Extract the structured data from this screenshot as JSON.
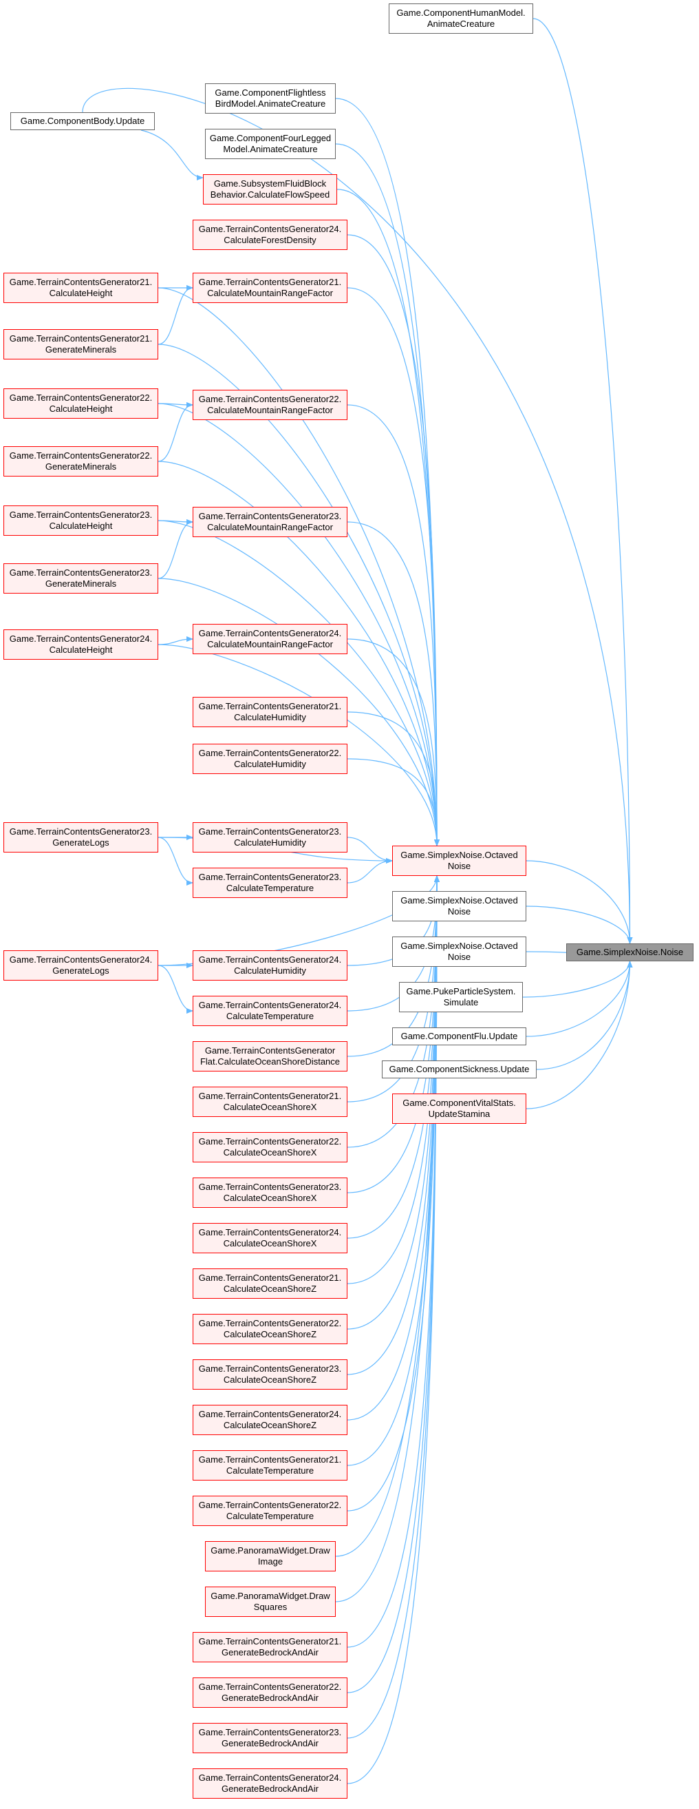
{
  "graph": {
    "title": "Call graph for Game.SimplexNoise.Noise",
    "edge_color": "#63b8ff",
    "nodes": [
      {
        "id": "noise",
        "label": "Game.SimplexNoise.Noise",
        "style": "root"
      },
      {
        "id": "oct1",
        "label": "Game.SimplexNoise.Octaved\nNoise",
        "style": "red"
      },
      {
        "id": "oct2",
        "label": "Game.SimplexNoise.Octaved\nNoise",
        "style": "normal"
      },
      {
        "id": "oct3",
        "label": "Game.SimplexNoise.Octaved\nNoise",
        "style": "normal"
      },
      {
        "id": "human",
        "label": "Game.ComponentHumanModel.\nAnimateCreature",
        "style": "normal"
      },
      {
        "id": "puke",
        "label": "Game.PukeParticleSystem.\nSimulate",
        "style": "normal"
      },
      {
        "id": "flu",
        "label": "Game.ComponentFlu.Update",
        "style": "normal"
      },
      {
        "id": "sick",
        "label": "Game.ComponentSickness.Update",
        "style": "normal"
      },
      {
        "id": "vital",
        "label": "Game.ComponentVitalStats.\nUpdateStamina",
        "style": "red"
      },
      {
        "id": "body",
        "label": "Game.ComponentBody.Update",
        "style": "normal"
      },
      {
        "id": "flightless",
        "label": "Game.ComponentFlightless\nBirdModel.AnimateCreature",
        "style": "normal"
      },
      {
        "id": "fourleg",
        "label": "Game.ComponentFourLegged\nModel.AnimateCreature",
        "style": "normal"
      },
      {
        "id": "fluid",
        "label": "Game.SubsystemFluidBlock\nBehavior.CalculateFlowSpeed",
        "style": "red"
      },
      {
        "id": "forest24",
        "label": "Game.TerrainContentsGenerator24.\nCalculateForestDensity",
        "style": "red"
      },
      {
        "id": "mr21",
        "label": "Game.TerrainContentsGenerator21.\nCalculateMountainRangeFactor",
        "style": "red"
      },
      {
        "id": "mr22",
        "label": "Game.TerrainContentsGenerator22.\nCalculateMountainRangeFactor",
        "style": "red"
      },
      {
        "id": "mr23",
        "label": "Game.TerrainContentsGenerator23.\nCalculateMountainRangeFactor",
        "style": "red"
      },
      {
        "id": "mr24",
        "label": "Game.TerrainContentsGenerator24.\nCalculateMountainRangeFactor",
        "style": "red"
      },
      {
        "id": "h21",
        "label": "Game.TerrainContentsGenerator21.\nCalculateHeight",
        "style": "red"
      },
      {
        "id": "m21",
        "label": "Game.TerrainContentsGenerator21.\nGenerateMinerals",
        "style": "red"
      },
      {
        "id": "h22",
        "label": "Game.TerrainContentsGenerator22.\nCalculateHeight",
        "style": "red"
      },
      {
        "id": "m22",
        "label": "Game.TerrainContentsGenerator22.\nGenerateMinerals",
        "style": "red"
      },
      {
        "id": "h23",
        "label": "Game.TerrainContentsGenerator23.\nCalculateHeight",
        "style": "red"
      },
      {
        "id": "m23",
        "label": "Game.TerrainContentsGenerator23.\nGenerateMinerals",
        "style": "red"
      },
      {
        "id": "h24",
        "label": "Game.TerrainContentsGenerator24.\nCalculateHeight",
        "style": "red"
      },
      {
        "id": "hum21",
        "label": "Game.TerrainContentsGenerator21.\nCalculateHumidity",
        "style": "red"
      },
      {
        "id": "hum22",
        "label": "Game.TerrainContentsGenerator22.\nCalculateHumidity",
        "style": "red"
      },
      {
        "id": "logs23",
        "label": "Game.TerrainContentsGenerator23.\nGenerateLogs",
        "style": "red"
      },
      {
        "id": "hum23",
        "label": "Game.TerrainContentsGenerator23.\nCalculateHumidity",
        "style": "red"
      },
      {
        "id": "temp23",
        "label": "Game.TerrainContentsGenerator23.\nCalculateTemperature",
        "style": "red"
      },
      {
        "id": "logs24",
        "label": "Game.TerrainContentsGenerator24.\nGenerateLogs",
        "style": "red"
      },
      {
        "id": "hum24",
        "label": "Game.TerrainContentsGenerator24.\nCalculateHumidity",
        "style": "red"
      },
      {
        "id": "temp24",
        "label": "Game.TerrainContentsGenerator24.\nCalculateTemperature",
        "style": "red"
      },
      {
        "id": "flat",
        "label": "Game.TerrainContentsGenerator\nFlat.CalculateOceanShoreDistance",
        "style": "red"
      },
      {
        "id": "osx21",
        "label": "Game.TerrainContentsGenerator21.\nCalculateOceanShoreX",
        "style": "red"
      },
      {
        "id": "osx22",
        "label": "Game.TerrainContentsGenerator22.\nCalculateOceanShoreX",
        "style": "red"
      },
      {
        "id": "osx23",
        "label": "Game.TerrainContentsGenerator23.\nCalculateOceanShoreX",
        "style": "red"
      },
      {
        "id": "osx24",
        "label": "Game.TerrainContentsGenerator24.\nCalculateOceanShoreX",
        "style": "red"
      },
      {
        "id": "osz21",
        "label": "Game.TerrainContentsGenerator21.\nCalculateOceanShoreZ",
        "style": "red"
      },
      {
        "id": "osz22",
        "label": "Game.TerrainContentsGenerator22.\nCalculateOceanShoreZ",
        "style": "red"
      },
      {
        "id": "osz23",
        "label": "Game.TerrainContentsGenerator23.\nCalculateOceanShoreZ",
        "style": "red"
      },
      {
        "id": "osz24",
        "label": "Game.TerrainContentsGenerator24.\nCalculateOceanShoreZ",
        "style": "red"
      },
      {
        "id": "temp21",
        "label": "Game.TerrainContentsGenerator21.\nCalculateTemperature",
        "style": "red"
      },
      {
        "id": "temp22",
        "label": "Game.TerrainContentsGenerator22.\nCalculateTemperature",
        "style": "red"
      },
      {
        "id": "pano1",
        "label": "Game.PanoramaWidget.Draw\nImage",
        "style": "red"
      },
      {
        "id": "pano2",
        "label": "Game.PanoramaWidget.Draw\nSquares",
        "style": "red"
      },
      {
        "id": "bed21",
        "label": "Game.TerrainContentsGenerator21.\nGenerateBedrockAndAir",
        "style": "red"
      },
      {
        "id": "bed22",
        "label": "Game.TerrainContentsGenerator22.\nGenerateBedrockAndAir",
        "style": "red"
      },
      {
        "id": "bed23",
        "label": "Game.TerrainContentsGenerator23.\nGenerateBedrockAndAir",
        "style": "red"
      },
      {
        "id": "bed24",
        "label": "Game.TerrainContentsGenerator24.\nGenerateBedrockAndAir",
        "style": "red"
      }
    ],
    "edges": [
      [
        "oct1",
        "noise"
      ],
      [
        "oct2",
        "noise"
      ],
      [
        "oct3",
        "noise"
      ],
      [
        "human",
        "noise"
      ],
      [
        "body",
        "noise"
      ],
      [
        "puke",
        "noise"
      ],
      [
        "flu",
        "noise"
      ],
      [
        "sick",
        "noise"
      ],
      [
        "vital",
        "noise"
      ],
      [
        "body",
        "fluid"
      ],
      [
        "flightless",
        "oct1"
      ],
      [
        "fourleg",
        "oct1"
      ],
      [
        "fluid",
        "oct1"
      ],
      [
        "forest24",
        "oct1"
      ],
      [
        "h21",
        "oct1"
      ],
      [
        "mr21",
        "oct1"
      ],
      [
        "m21",
        "oct1"
      ],
      [
        "h22",
        "oct1"
      ],
      [
        "mr22",
        "oct1"
      ],
      [
        "m22",
        "oct1"
      ],
      [
        "h23",
        "oct1"
      ],
      [
        "mr23",
        "oct1"
      ],
      [
        "m23",
        "oct1"
      ],
      [
        "h24",
        "oct1"
      ],
      [
        "mr24",
        "oct1"
      ],
      [
        "hum21",
        "oct1"
      ],
      [
        "hum22",
        "oct1"
      ],
      [
        "logs23",
        "oct1"
      ],
      [
        "hum23",
        "oct1"
      ],
      [
        "temp23",
        "oct1"
      ],
      [
        "logs24",
        "oct1"
      ],
      [
        "hum24",
        "oct1"
      ],
      [
        "temp24",
        "oct1"
      ],
      [
        "flat",
        "oct1"
      ],
      [
        "osx21",
        "oct1"
      ],
      [
        "osx22",
        "oct1"
      ],
      [
        "osx23",
        "oct1"
      ],
      [
        "osx24",
        "oct1"
      ],
      [
        "osz21",
        "oct1"
      ],
      [
        "osz22",
        "oct1"
      ],
      [
        "osz23",
        "oct1"
      ],
      [
        "osz24",
        "oct1"
      ],
      [
        "temp21",
        "oct1"
      ],
      [
        "temp22",
        "oct1"
      ],
      [
        "pano1",
        "oct1"
      ],
      [
        "pano2",
        "oct1"
      ],
      [
        "bed21",
        "oct1"
      ],
      [
        "bed22",
        "oct1"
      ],
      [
        "bed23",
        "oct1"
      ],
      [
        "bed24",
        "oct1"
      ],
      [
        "h21",
        "mr21"
      ],
      [
        "m21",
        "mr21"
      ],
      [
        "h22",
        "mr22"
      ],
      [
        "m22",
        "mr22"
      ],
      [
        "h23",
        "mr23"
      ],
      [
        "m23",
        "mr23"
      ],
      [
        "h24",
        "mr24"
      ],
      [
        "logs23",
        "hum23"
      ],
      [
        "logs23",
        "temp23"
      ],
      [
        "logs24",
        "hum24"
      ],
      [
        "logs24",
        "temp24"
      ]
    ]
  }
}
